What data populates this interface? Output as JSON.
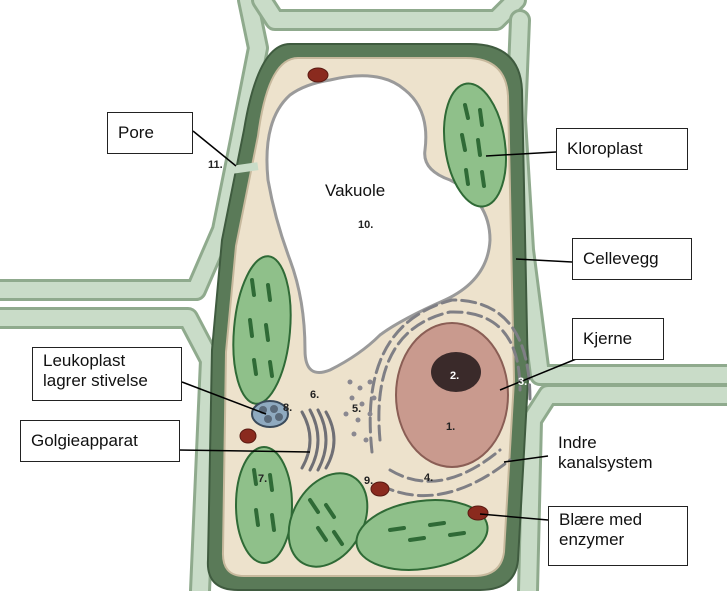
{
  "labels": {
    "pore": "Pore",
    "kloroplast": "Kloroplast",
    "cellevegg": "Cellevegg",
    "kjerne": "Kjerne",
    "leukoplast_line1": "Leukoplast",
    "leukoplast_line2": "lagrer stivelse",
    "golgi": "Golgieapparat",
    "indre_line1": "Indre",
    "indre_line2": "kanalsystem",
    "blaere_line1": "Blære med",
    "blaere_line2": "enzymer",
    "vakuole": "Vakuole"
  },
  "numbers": {
    "n1": "1.",
    "n2": "2.",
    "n3": "3.",
    "n4": "4.",
    "n5": "5.",
    "n6": "6.",
    "n7": "7.",
    "n8": "8.",
    "n9": "9.",
    "n10": "10.",
    "n11": "11."
  },
  "colors": {
    "wall_outer": "#3f5b3f",
    "wall_fill": "#5a7a58",
    "neighbor_wall": "#c9dcc8",
    "cytoplasm": "#ede2cc",
    "vacuole": "#ffffff",
    "chloroplast": "#8fc08a",
    "thylakoid": "#2f6a36",
    "nucleus": "#c99a8e",
    "nucleolus": "#3a2a2a",
    "er": "#7f7f85",
    "vesicle": "#8a2a1e"
  }
}
